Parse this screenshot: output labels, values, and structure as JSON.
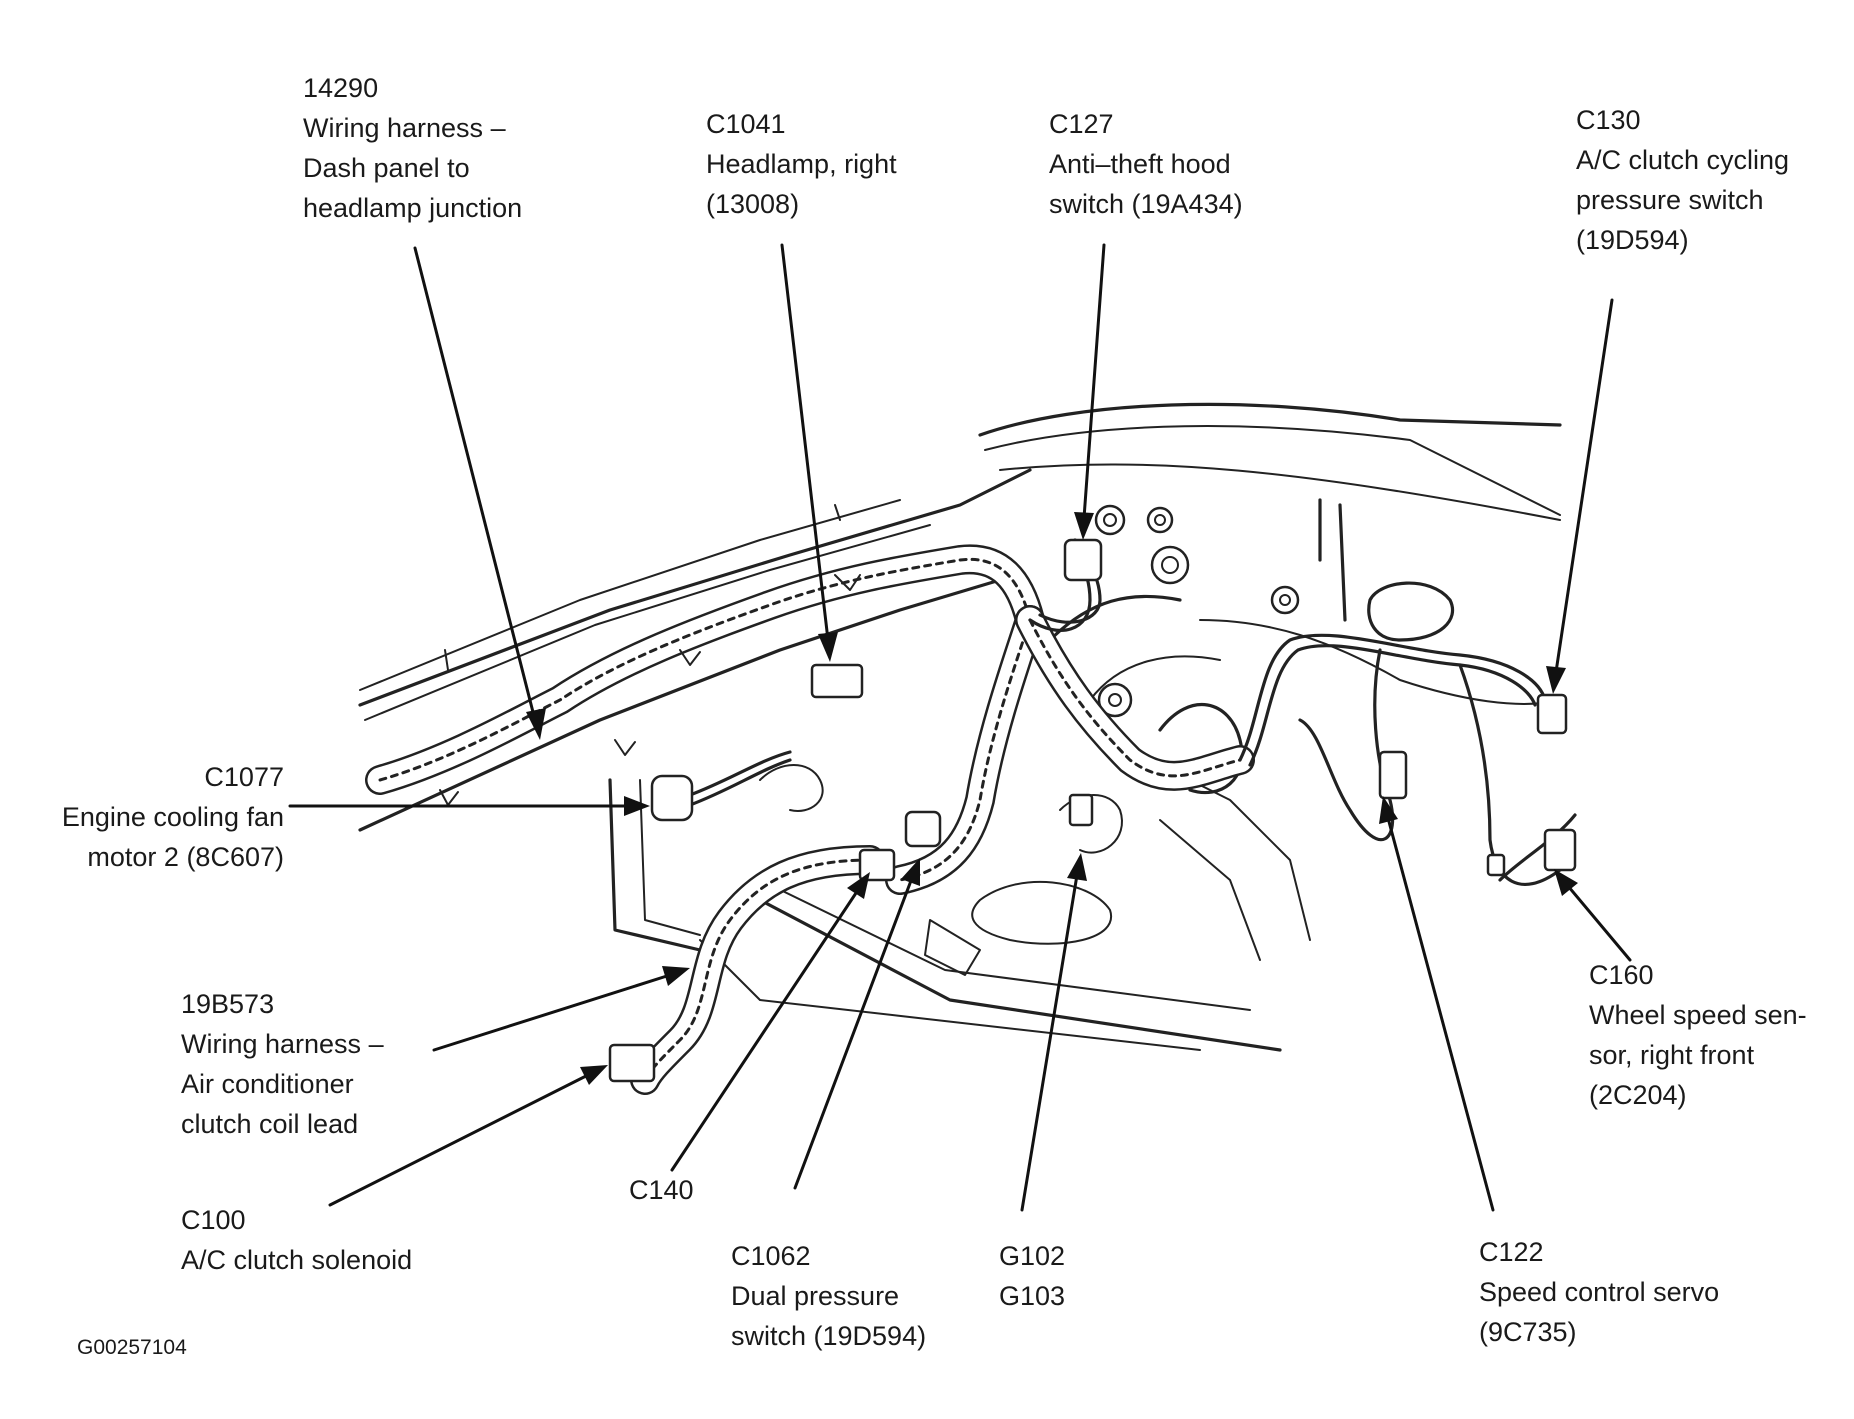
{
  "figure_id": "G00257104",
  "callouts": [
    {
      "id": "c14290",
      "code": "14290",
      "lines": [
        "Wiring harness –",
        "Dash panel to",
        "headlamp junction"
      ]
    },
    {
      "id": "c1041",
      "code": "C1041",
      "lines": [
        "Headlamp, right",
        "(13008)"
      ]
    },
    {
      "id": "c127",
      "code": "C127",
      "lines": [
        "Anti–theft hood",
        "switch (19A434)"
      ]
    },
    {
      "id": "c130",
      "code": "C130",
      "lines": [
        "A/C clutch cycling",
        "pressure switch",
        "(19D594)"
      ]
    },
    {
      "id": "c1077",
      "code": "C1077",
      "lines": [
        "Engine cooling fan",
        "motor 2 (8C607)"
      ]
    },
    {
      "id": "c19b573",
      "code": "19B573",
      "lines": [
        "Wiring harness –",
        "Air conditioner",
        "clutch coil lead"
      ]
    },
    {
      "id": "c100",
      "code": "C100",
      "lines": [
        "A/C clutch solenoid"
      ]
    },
    {
      "id": "c140",
      "code": "C140",
      "lines": []
    },
    {
      "id": "c1062",
      "code": "C1062",
      "lines": [
        "Dual pressure",
        "switch (19D594)"
      ]
    },
    {
      "id": "g102",
      "code": "G102",
      "lines": [
        "G103"
      ]
    },
    {
      "id": "c122",
      "code": "C122",
      "lines": [
        "Speed control servo",
        "(9C735)"
      ]
    },
    {
      "id": "c160",
      "code": "C160",
      "lines": [
        "Wheel speed sen-",
        "sor, right front",
        "(2C204)"
      ]
    }
  ]
}
